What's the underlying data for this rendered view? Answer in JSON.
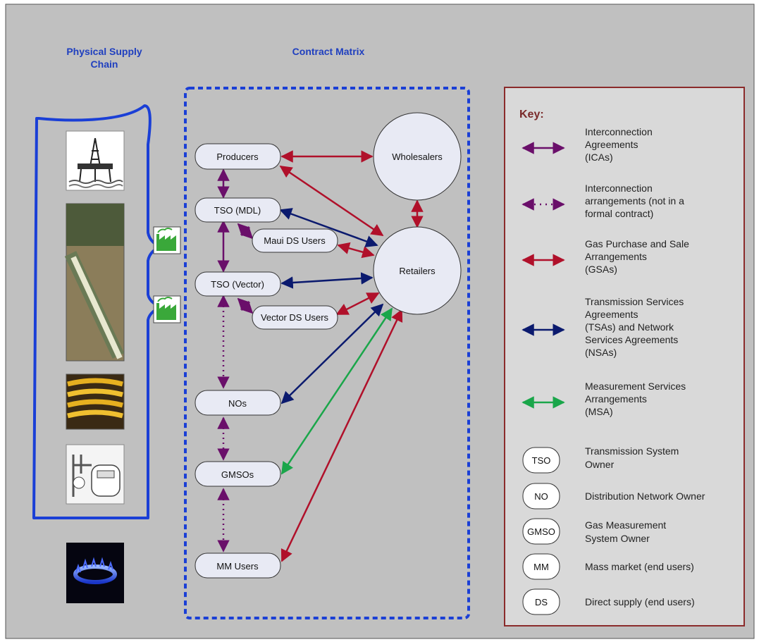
{
  "titles": {
    "supply_chain": [
      "Physical Supply",
      "Chain"
    ],
    "contract_matrix": "Contract Matrix"
  },
  "nodes": {
    "producers": "Producers",
    "tso_mdl": "TSO (MDL)",
    "maui_ds": "Maui DS Users",
    "tso_vector": "TSO (Vector)",
    "vector_ds": "Vector DS Users",
    "nos": "NOs",
    "gmsos": "GMSOs",
    "mm_users": "MM Users",
    "wholesalers": "Wholesalers",
    "retailers": "Retailers"
  },
  "colors": {
    "ica": "#6a0f6a",
    "gsa": "#b0102a",
    "tsa": "#0b1a6e",
    "msa": "#1aa64a",
    "blue": "#1a3fd6",
    "key_border": "#8b2b2b"
  },
  "key": {
    "title": "Key:",
    "arrows": [
      {
        "lines": [
          "Interconnection",
          "Agreements",
          "(ICAs)"
        ],
        "color": "#6a0f6a",
        "style": "solid"
      },
      {
        "lines": [
          "Interconnection",
          "arrangements (not in a",
          "formal contract)"
        ],
        "color": "#6a0f6a",
        "style": "dotted"
      },
      {
        "lines": [
          "Gas Purchase and Sale",
          "Arrangements",
          "(GSAs)"
        ],
        "color": "#b0102a",
        "style": "solid"
      },
      {
        "lines": [
          "Transmission Services",
          "Agreements",
          "(TSAs) and Network",
          "Services Agreements",
          "(NSAs)"
        ],
        "color": "#0b1a6e",
        "style": "solid"
      },
      {
        "lines": [
          "Measurement Services",
          "Arrangements",
          "(MSA)"
        ],
        "color": "#1aa64a",
        "style": "solid"
      }
    ],
    "abbrevs": [
      {
        "abbr": "TSO",
        "lines": [
          "Transmission System",
          "Owner"
        ]
      },
      {
        "abbr": "NO",
        "lines": [
          "Distribution Network Owner"
        ]
      },
      {
        "abbr": "GMSO",
        "lines": [
          "Gas Measurement",
          "System Owner"
        ]
      },
      {
        "abbr": "MM",
        "lines": [
          "Mass market (end users)"
        ]
      },
      {
        "abbr": "DS",
        "lines": [
          "Direct supply (end users)"
        ]
      }
    ]
  },
  "icons": [
    "oil-rig-icon",
    "pipeline-icon",
    "pipe-coils-icon",
    "gas-meter-icon",
    "gas-flame-icon",
    "factory-icon"
  ]
}
